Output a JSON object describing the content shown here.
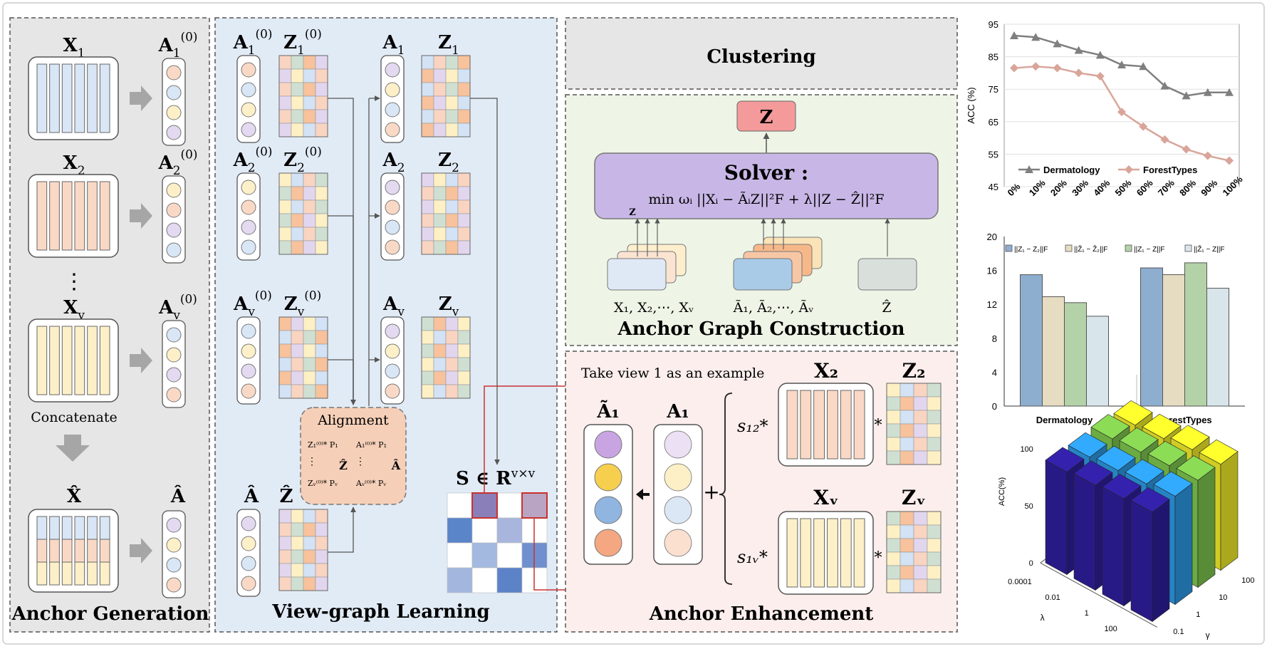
{
  "colors": {
    "panel_gray": "#e6e6e6",
    "panel_blue": "#e1ebf6",
    "panel_green": "#eef5e6",
    "panel_pink": "#fbeeec",
    "blue": "#d8e6f6",
    "peach": "#f9d9c6",
    "yellow": "#fdf0c8",
    "lavender": "#e3d9f0",
    "orange": "#f7c59f",
    "red_line": "#c8322d",
    "purple_solver": "#c8b7e6"
  },
  "anchor_generation": {
    "x_labels": [
      "X",
      "X",
      "X"
    ],
    "x_subs": [
      "1",
      "2",
      "v"
    ],
    "a_labels": [
      "A",
      "A",
      "A"
    ],
    "a_subs": [
      "1",
      "2",
      "v"
    ],
    "sup0": "(0)",
    "dots": "⋮",
    "concatenate": "Concatenate",
    "xhat": "X̂",
    "ahat": "Â",
    "title": "Anchor Generation"
  },
  "view_graph": {
    "a0": "A",
    "z0": "Z",
    "a": "A",
    "z": "Z",
    "subs": [
      "1",
      "2",
      "v"
    ],
    "sup0": "(0)",
    "alignment": "Alignment",
    "align_left_top": "Z₁⁽⁰⁾* P₁",
    "align_left_bot": "Zᵥ⁽⁰⁾* Pᵥ",
    "align_left_center": "Ẑ",
    "align_right_top": "A₁⁽⁰⁾* P₁",
    "align_right_bot": "Aᵥ⁽⁰⁾* Pᵥ",
    "align_right_center": "Â",
    "align_dots": "⋮",
    "ahat": "Â",
    "zhat": "Ẑ",
    "s_label": "S ∈ R",
    "s_sup": "v×v",
    "title": "View-graph Learning"
  },
  "clustering": {
    "title": "Clustering"
  },
  "anchor_graph": {
    "z_box": "Z",
    "solver_title": "Solver :",
    "solver_eq": "min ωᵢ ||Xᵢ − ÃᵢZ||²F + λ||Z − Ẑ||²F",
    "solver_under": "Z",
    "label_x": "X₁, X₂,⋯, Xᵥ",
    "label_a": "Ã₁, Ã₂,⋯, Ãᵥ",
    "label_z": "Ẑ",
    "title": "Anchor Graph Construction"
  },
  "anchor_enhancement": {
    "note": "Take view 1 as an example",
    "atilde": "Ã₁",
    "a1": "A₁",
    "x2": "X₂",
    "z2": "Z₂",
    "xv": "Xᵥ",
    "zv": "Zᵥ",
    "s12": "s₁₂*",
    "s1v": "s₁ᵥ*",
    "plus": "+",
    "times": "*",
    "title": "Anchor Enhancement"
  },
  "chart_data": [
    {
      "type": "line",
      "x": [
        "0%",
        "10%",
        "20%",
        "30%",
        "40%",
        "50%",
        "60%",
        "70%",
        "80%",
        "90%",
        "100%"
      ],
      "ylabel": "ACC (%)",
      "ylim": [
        45,
        95
      ],
      "yticks": [
        "95",
        "85",
        "75",
        "65",
        "55",
        "45"
      ],
      "series": [
        {
          "name": "Dermatology",
          "color": "#7f7f7f",
          "marker": "triangle",
          "values": [
            91.5,
            91,
            89,
            87,
            85.5,
            82.5,
            82,
            76,
            73,
            74,
            74
          ]
        },
        {
          "name": "ForestTypes",
          "color": "#d9a59a",
          "marker": "diamond",
          "values": [
            81.5,
            82,
            81.5,
            80,
            79,
            68,
            63.5,
            59.5,
            56.5,
            54.5,
            53
          ]
        }
      ],
      "legend": "bottom"
    },
    {
      "type": "bar",
      "categories": [
        "Dermatology",
        "ForestTypes"
      ],
      "ylim": [
        0,
        20
      ],
      "yticks": [
        "20",
        "16",
        "12",
        "8",
        "4",
        "0"
      ],
      "series": [
        {
          "name": "||Z₁ − Z₂||F",
          "color": "#8eaecf",
          "values": [
            15.5,
            16.3
          ]
        },
        {
          "name": "||Ž₁ − Ž₂||F",
          "color": "#e6dcc1",
          "values": [
            12.9,
            15.5
          ]
        },
        {
          "name": "||Z₁ − Z||F",
          "color": "#b4d2a8",
          "values": [
            12.2,
            16.9
          ]
        },
        {
          "name": "||Ž₁ − Z||F",
          "color": "#d8e6ec",
          "values": [
            10.6,
            13.9
          ]
        }
      ],
      "legend": "top"
    },
    {
      "type": "bar3d",
      "zlabel": "ACC(%)",
      "xlabel": "λ",
      "ylabel": "γ",
      "zticks": [
        "100",
        "50",
        "0"
      ],
      "lambda_ticks": [
        "0.0001",
        "0.01",
        "1",
        "100"
      ],
      "gamma_ticks": [
        "0.1",
        "1",
        "10",
        "100"
      ],
      "values": [
        [
          90,
          88,
          89,
          86
        ],
        [
          92,
          90,
          91,
          88
        ],
        [
          94,
          92,
          93,
          92
        ],
        [
          96,
          95,
          94,
          93
        ]
      ],
      "colors": [
        "#2f1f9e",
        "#2d9be8",
        "#7fc84e",
        "#f5f02a"
      ]
    }
  ]
}
